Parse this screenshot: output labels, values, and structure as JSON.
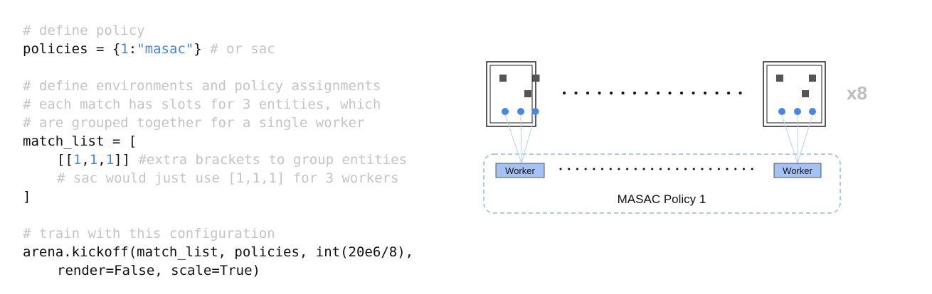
{
  "code": {
    "line1": "# define policy",
    "line2": {
      "a": "policies = {",
      "num": "1",
      "b": ":",
      "str": "\"masac\"",
      "c": "}",
      "comment": " # or sac"
    },
    "line4": "# define environments and policy assignments",
    "line5": "# each match has slots for 3 entities, which",
    "line6": "# are grouped together for a single worker",
    "line7": "match_list = [",
    "line8": {
      "a": "[[",
      "n1": "1",
      "c1": ",",
      "n2": "1",
      "c2": ",",
      "n3": "1",
      "b": "]]",
      "comment": " #extra brackets to group entities"
    },
    "line9": "# sac would just use [1,1,1] for 3 workers",
    "line10": "]",
    "line12": "# train with this configuration",
    "line13": "arena.kickoff(match_list, policies, int(20e6/8),",
    "line14": "render=False, scale=True)"
  },
  "diagram": {
    "workers": [
      "Worker",
      "Worker"
    ],
    "policy_label": "MASAC Policy 1",
    "multiplier": "x8",
    "colors": {
      "dots": "#4a86e8",
      "worker_fill": "#a4c2f4",
      "dashed": "#a4c2f4",
      "square": "#555555"
    }
  }
}
